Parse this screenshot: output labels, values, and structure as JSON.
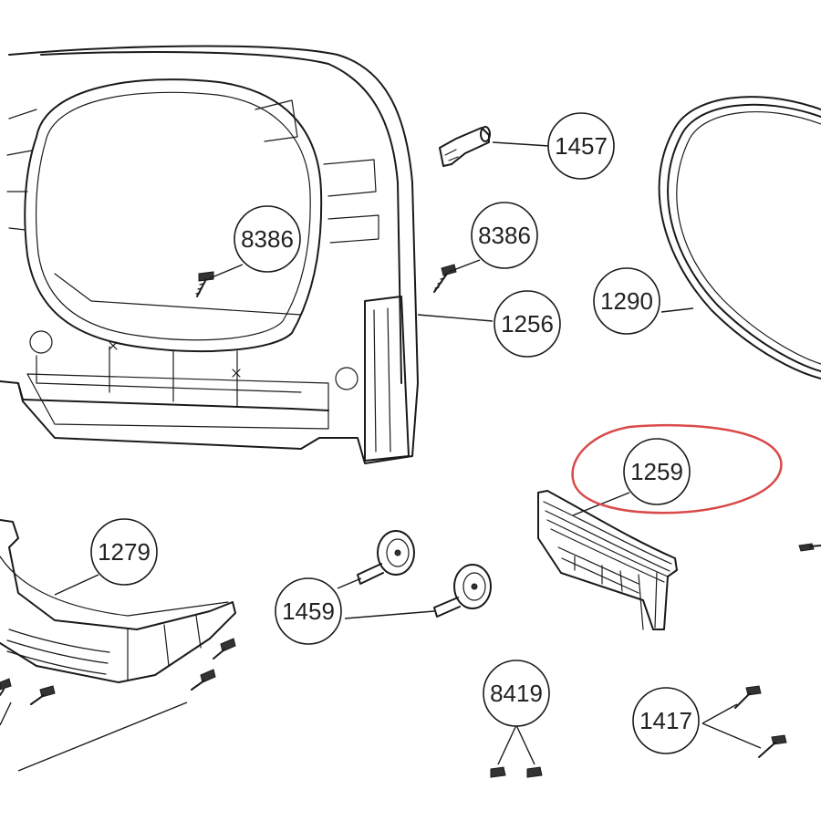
{
  "callouts": [
    {
      "id": "c1457",
      "label": "1457"
    },
    {
      "id": "c8386a",
      "label": "8386"
    },
    {
      "id": "c8386b",
      "label": "8386"
    },
    {
      "id": "c1256",
      "label": "1256"
    },
    {
      "id": "c1290",
      "label": "1290"
    },
    {
      "id": "c1259",
      "label": "1259"
    },
    {
      "id": "c1279",
      "label": "1279"
    },
    {
      "id": "c1459",
      "label": "1459"
    },
    {
      "id": "c8419",
      "label": "8419"
    },
    {
      "id": "c1417",
      "label": "1417"
    }
  ],
  "highlighted_part": "1259",
  "colors": {
    "highlight": "#d94a4a",
    "line": "#1a1a1a"
  }
}
